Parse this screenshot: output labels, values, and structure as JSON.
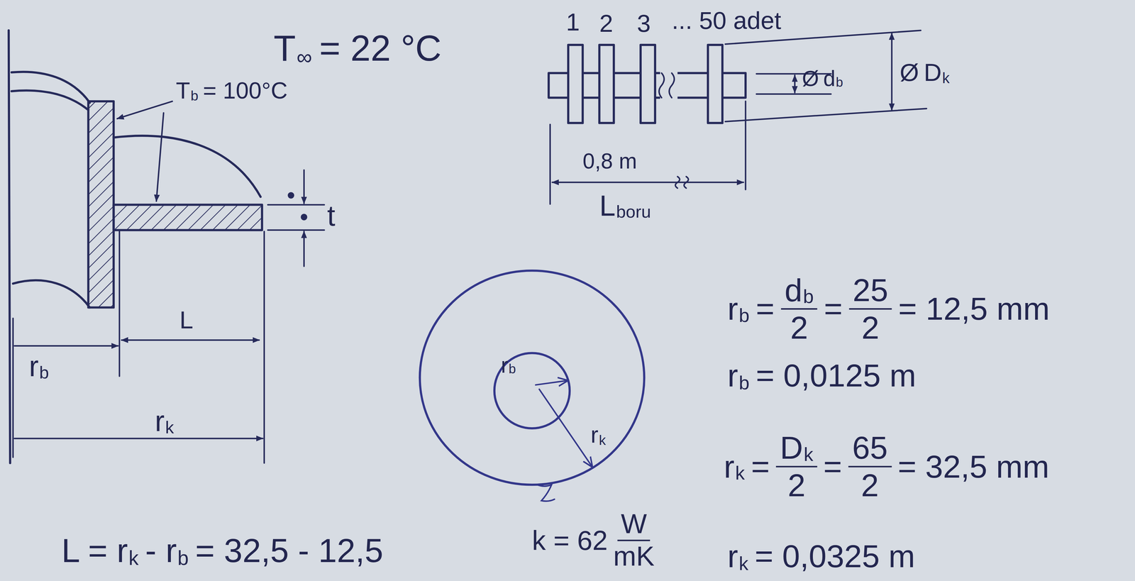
{
  "diagram": {
    "labels": [
      "T",
      "∞",
      "= 22 °C",
      "T",
      "b",
      "= 100°C",
      "t",
      "L",
      "r",
      "b",
      "r",
      "k",
      "1",
      "2",
      "3",
      "... 50 adet",
      "Ø",
      "d",
      "b",
      "Ø",
      "D",
      "k",
      "0,8 m",
      "L",
      "boru",
      "r",
      "b",
      "r",
      "k",
      "r",
      "b",
      "=",
      "d",
      "b",
      "2",
      "=",
      "25",
      "2",
      "= 12,5 mm",
      "r",
      "b",
      "= 0,0125 m",
      "r",
      "k",
      "=",
      "D",
      "k",
      "2",
      "=",
      "65",
      "2",
      "= 32,5 mm",
      "k = 62",
      "W",
      "mK",
      "r",
      "k",
      "= 0,0325 m",
      "L = r",
      "k",
      "- r",
      "b",
      "= 32,5 - 12,5"
    ]
  }
}
